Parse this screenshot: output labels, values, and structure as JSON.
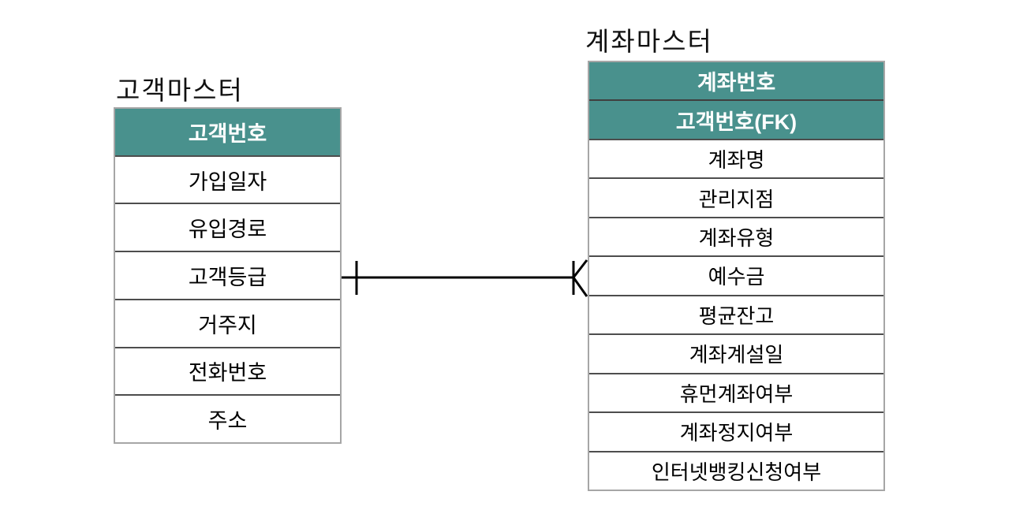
{
  "diagram": {
    "kind": "entity-relationship-diagram",
    "entities": [
      {
        "title": "고객마스터",
        "keys": [
          "고객번호"
        ],
        "attributes": [
          "가입일자",
          "유입경로",
          "고객등급",
          "거주지",
          "전화번호",
          "주소"
        ]
      },
      {
        "title": "계좌마스터",
        "keys": [
          "계좌번호",
          "고객번호(FK)"
        ],
        "attributes": [
          "계좌명",
          "관리지점",
          "계좌유형",
          "예수금",
          "평균잔고",
          "계좌계설일",
          "휴먼계좌여부",
          "계좌정지여부",
          "인터넷뱅킹신청여부"
        ]
      }
    ],
    "relationship": {
      "from_entity": "고객마스터",
      "to_entity": "계좌마스터",
      "from_cardinality": "one",
      "to_cardinality": "many",
      "notation": "crow-foot"
    },
    "colors": {
      "key_header_bg": "#49918d",
      "key_header_text": "#ffffff",
      "row_bg": "#ffffff",
      "row_text": "#000000",
      "outer_border": "#a6a6a6",
      "row_divider": "#4d4d4d",
      "connector_line": "#000000",
      "background": "#ffffff"
    }
  }
}
